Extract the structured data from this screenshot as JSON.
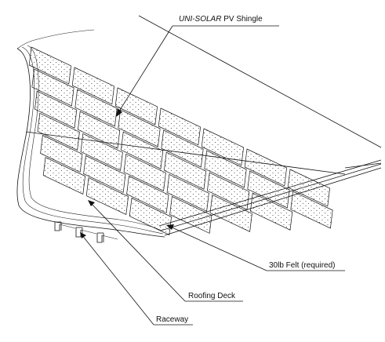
{
  "callouts": {
    "shingle": {
      "brand": "UNI-SOLAR",
      "rest": " PV Shingle"
    },
    "felt": "30lb Felt (required)",
    "deck": "Roofing Deck",
    "raceway": "Raceway"
  },
  "colors": {
    "line": "#111111",
    "background": "#ffffff"
  }
}
